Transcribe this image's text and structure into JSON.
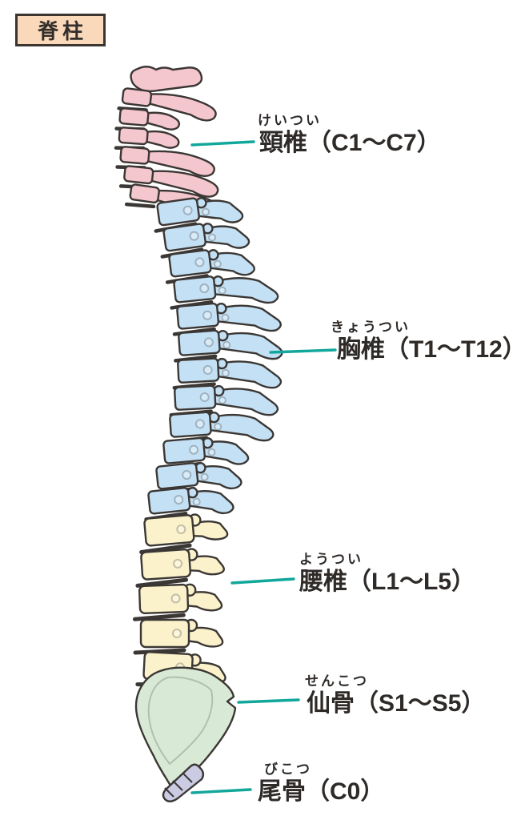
{
  "title": "脊柱",
  "colors": {
    "background": "#ffffff",
    "title_fill": "#f9d9ba",
    "title_border": "#3a3530",
    "text": "#2e2a28",
    "outline": "#3b3734",
    "leader": "#12a79b",
    "cervical": "#f4c6ce",
    "thoracic": "#c4e0f4",
    "lumbar": "#fbf2cb",
    "sacrum": "#d8ead6",
    "coccyx": "#cbcbe4"
  },
  "labels": [
    {
      "id": "cervical",
      "furigana": "けいつい",
      "text": "頸椎（C1～C7）"
    },
    {
      "id": "thoracic",
      "furigana": "きょうつい",
      "text": "胸椎（T1～T12）"
    },
    {
      "id": "lumbar",
      "furigana": "ようつい",
      "text": "腰椎（L1～L5）"
    },
    {
      "id": "sacrum",
      "furigana": "せんこつ",
      "text": "仙骨（S1～S5）"
    },
    {
      "id": "coccyx",
      "furigana": "びこつ",
      "text": "尾骨（C0）"
    }
  ]
}
